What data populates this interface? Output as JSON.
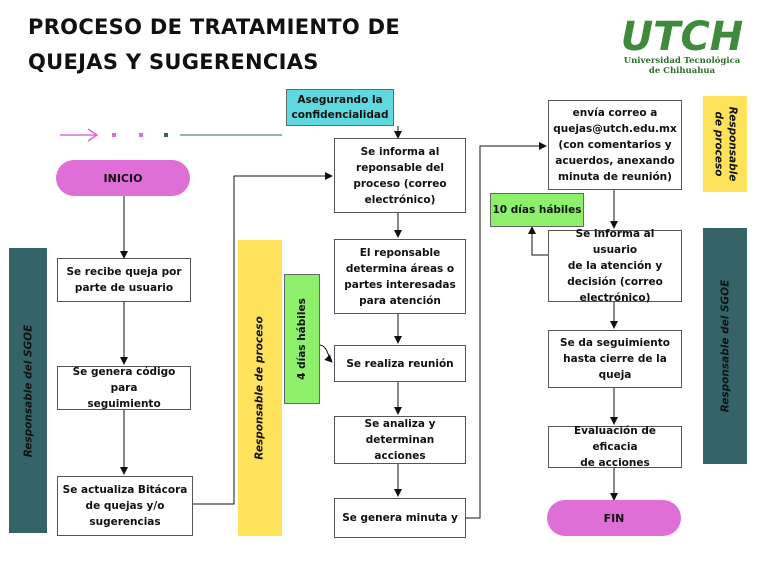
{
  "title": {
    "line1": "PROCESO DE TRATAMIENTO DE",
    "line2": "QUEJAS Y SUGERENCIAS"
  },
  "logo": {
    "wordmark": "UTCH",
    "line1": "Universidad Tecnológica",
    "line2": "de Chihuahua",
    "color": "#3f8a3c"
  },
  "colors": {
    "start_pill": "#df6fd6",
    "note_cyan": "#5fd8e0",
    "note_green": "#8ef06a",
    "note_yellow": "#fde35c",
    "bar_teal": "#346467",
    "arrow": "#111111",
    "decor_pink": "#d76fd6",
    "decor_teal": "#346467"
  },
  "column1": {
    "start": "INICIO",
    "step1": "Se recibe queja por\nparte de usuario",
    "step2": "Se genera código para\nseguimiento",
    "step3": "Se actualiza Bitácora\nde quejas y/o\nsugerencias"
  },
  "column2": {
    "note_confidentiality": "Asegurando la\nconfidencialidad",
    "step1": "Se informa al\nreponsable del\nproceso (correo\nelectrónico)",
    "step2": "El reponsable\ndetermina áreas o\npartes interesadas\npara atención",
    "step3": "Se realiza reunión",
    "step4": "Se analiza y\ndeterminan acciones",
    "step5": "Se genera minuta y",
    "note_days": "4 días hábiles"
  },
  "column3": {
    "step1": "envía correo a\nquejas@utch.edu.mx\n(con comentarios y\nacuerdos, anexando\nminuta de reunión)",
    "note_days": "10 días hábiles",
    "step2": "Se informa al usuario\nde la atención y\ndecisión (correo\nelectrónico)",
    "step3": "Se da seguimiento\nhasta cierre de la\nqueja",
    "step4": "Evaluación de eficacia\nde acciones",
    "end": "FIN"
  },
  "side_labels": {
    "left_sgoe": "Responsable del SGOE",
    "middle_process": "Responsable de proceso",
    "right_process": "Responsable\nde proceso",
    "right_sgoe": "Responsable del SGOE"
  }
}
